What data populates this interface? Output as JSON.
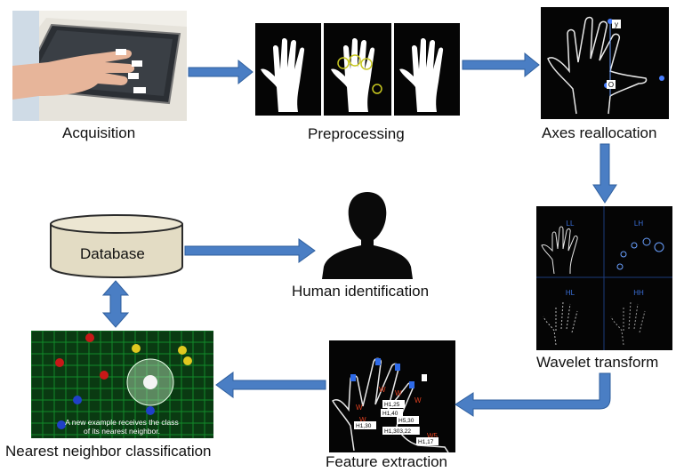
{
  "stages": {
    "acquisition": "Acquisition",
    "preprocessing": "Preprocessing",
    "axes_reallocation": "Axes reallocation",
    "wavelet_transform": "Wavelet transform",
    "feature_extraction": "Feature extraction",
    "nearest_neighbor": "Nearest neighbor classification",
    "human_identification": "Human identification",
    "database": "Database"
  },
  "axes_panel": {
    "y_tag": "y",
    "origin_tag": "O"
  },
  "wavelet_panel": {
    "ll": "LL",
    "lh": "LH",
    "hl": "HL",
    "hh": "HH"
  },
  "classifier_caption": {
    "line1": "A new example receives the class",
    "line2": "of its nearest neighbor."
  },
  "feature_tags": [
    "H1,25",
    "H1,40",
    "H5,30",
    "H1,30",
    "H1,303,22",
    "H1,17"
  ],
  "feature_width_tag": "W5",
  "colors": {
    "arrow": "#4a7ec4",
    "arrow_edge": "#2f5f9e",
    "database_fill": "#e3dcc4",
    "grid_green": "#128a2a",
    "wavelet_label": "#3a6fd8"
  }
}
